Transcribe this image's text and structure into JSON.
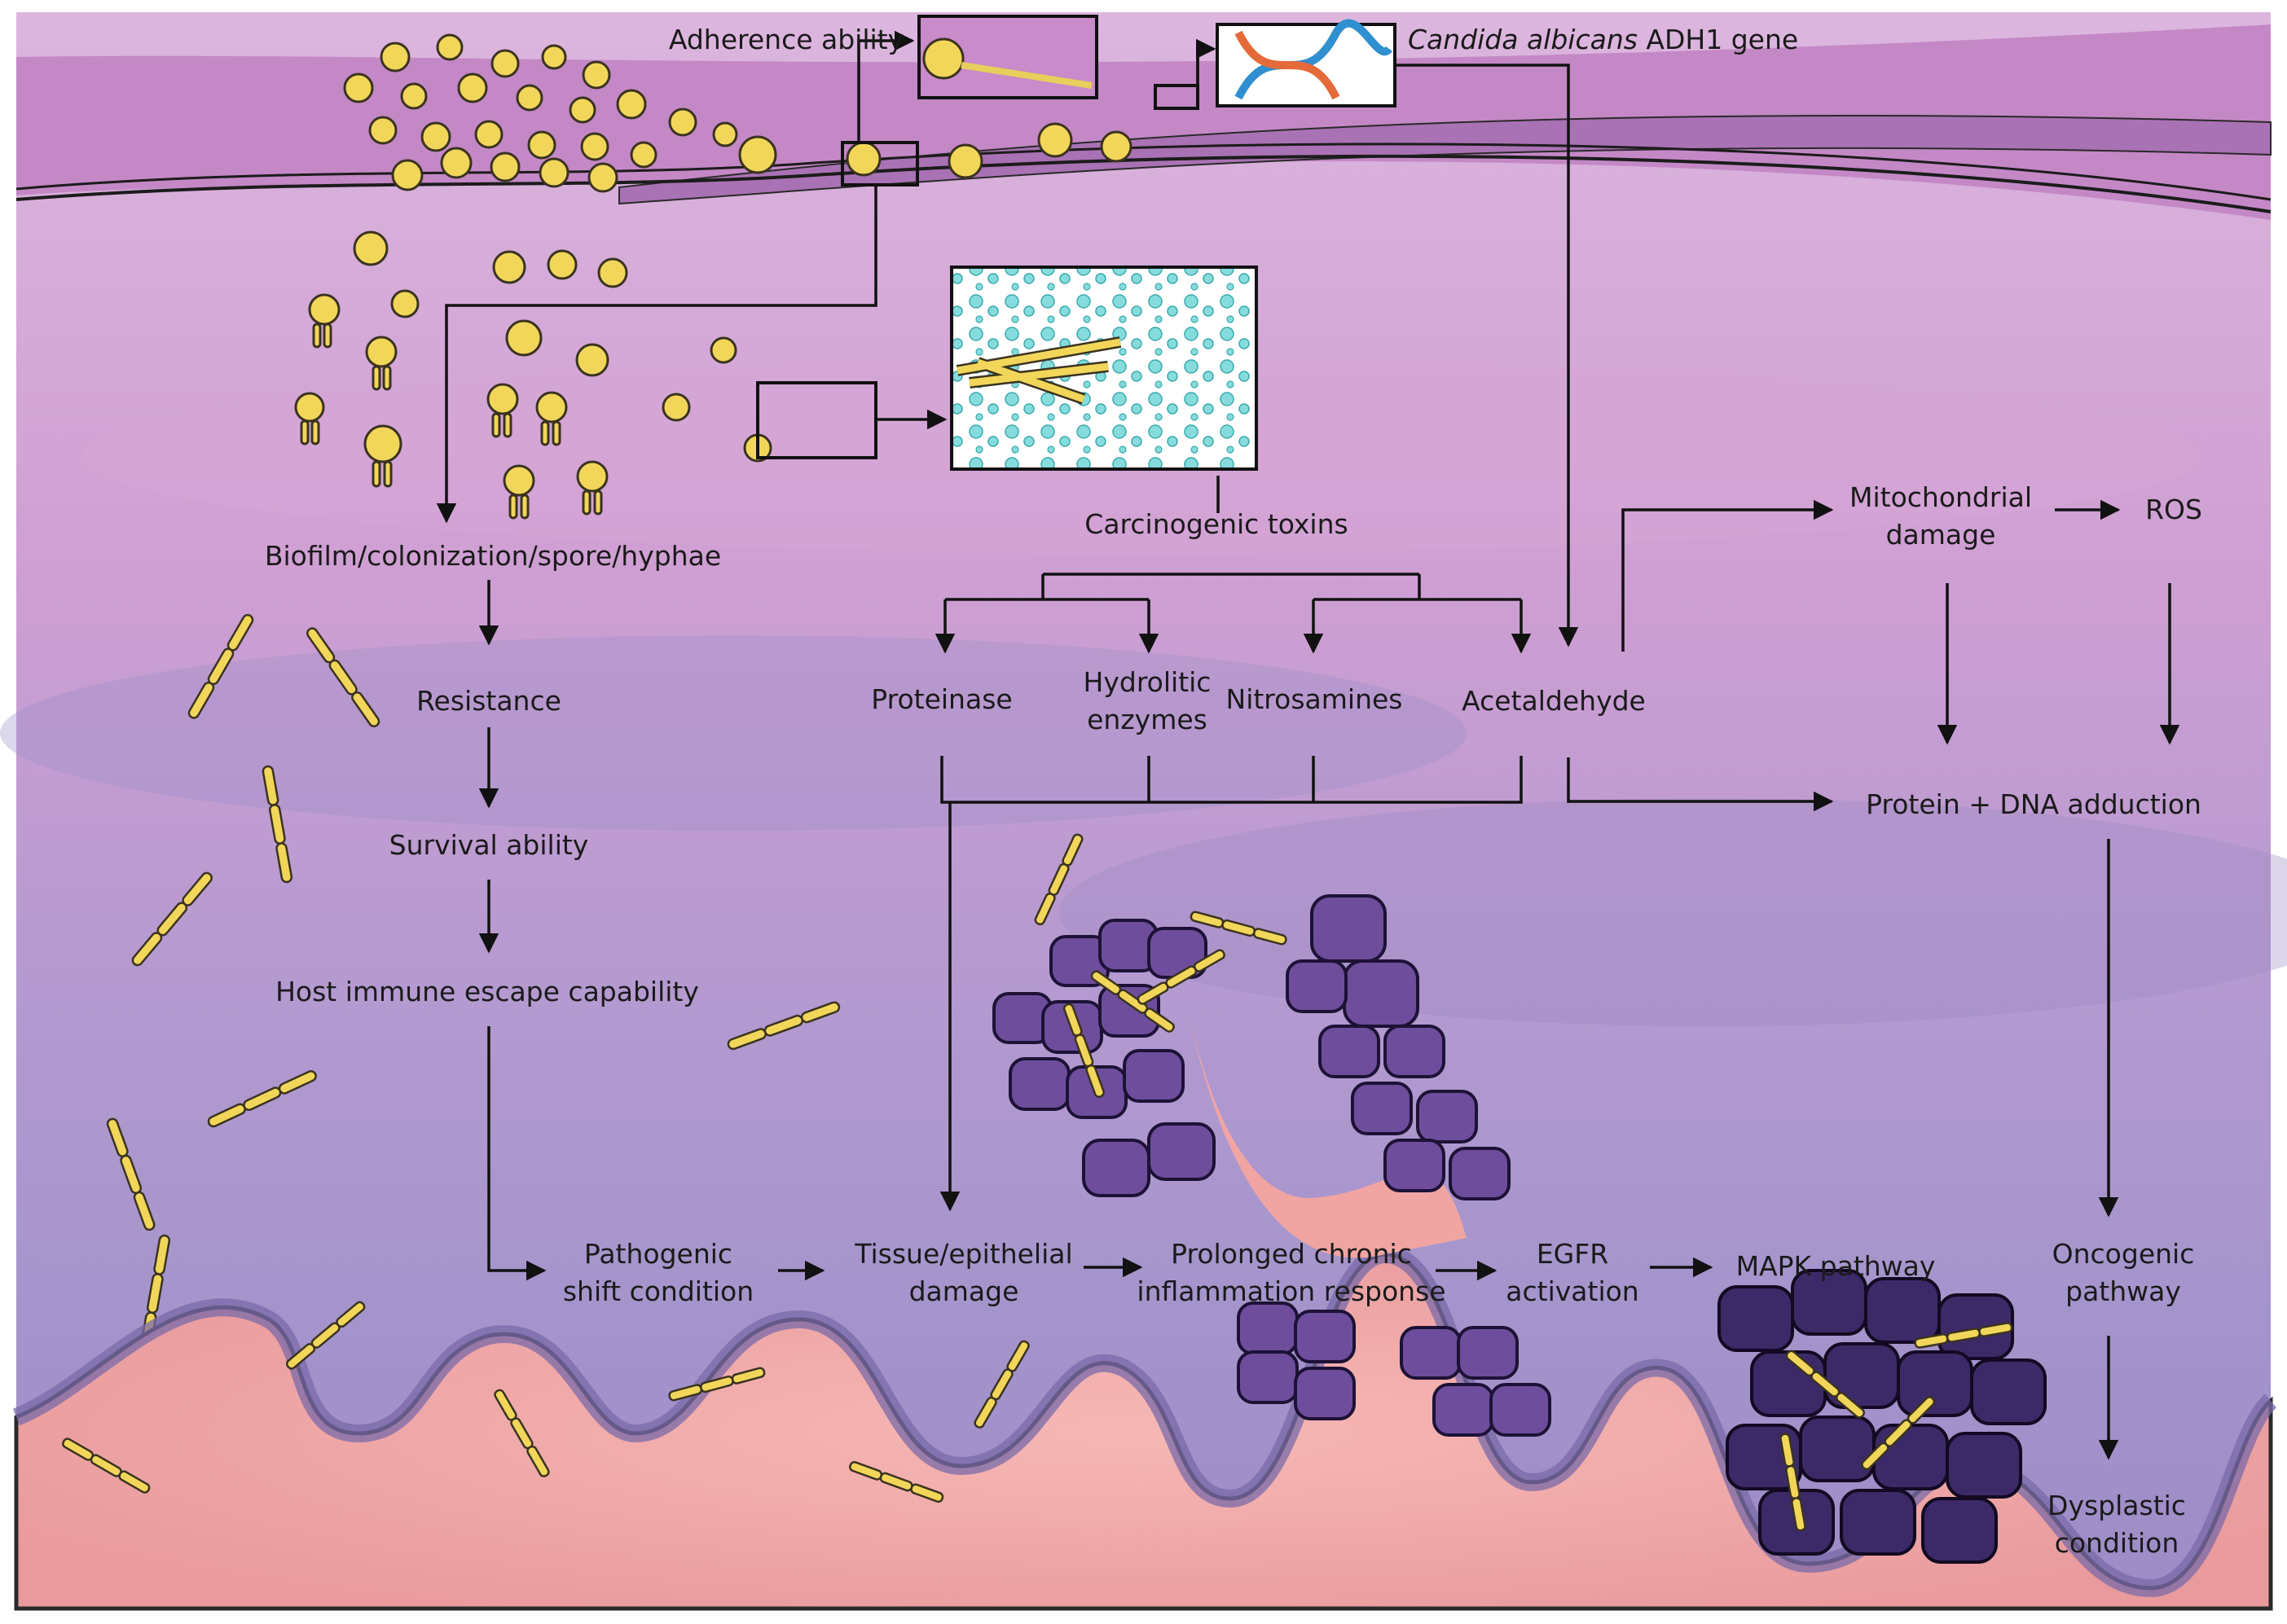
{
  "labels": {
    "adherence": "Adherence ability",
    "gene_italic": "Candida albicans",
    "gene_rest": " ADH1 gene",
    "biofilm": "Biofilm/colonization/spore/hyphae",
    "resistance": "Resistance",
    "survival": "Survival ability",
    "immune_escape": "Host immune escape capability",
    "carcinogenic_toxins": "Carcinogenic toxins",
    "proteinase": "Proteinase",
    "hydrolitic_1": "Hydrolitic",
    "hydrolitic_2": "enzymes",
    "nitrosamines": "Nitrosamines",
    "acetaldehyde": "Acetaldehyde",
    "mito_1": "Mitochondrial",
    "mito_2": "damage",
    "ros": "ROS",
    "adduction": "Protein + DNA adduction",
    "pathogenic_1": "Pathogenic",
    "pathogenic_2": "shift condition",
    "tissue_1": "Tissue/epithelial",
    "tissue_2": "damage",
    "prolonged_1": "Prolonged chronic",
    "prolonged_2": "inflammation response",
    "egfr_1": "EGFR",
    "egfr_2": "activation",
    "mapk": "MAPK pathway",
    "oncogenic_1": "Oncogenic",
    "oncogenic_2": "pathway",
    "dysplastic_1": "Dysplastic",
    "dysplastic_2": "condition"
  },
  "colors": {
    "tissue_light": "#d9b0da",
    "tissue_mid": "#c48fc8",
    "tissue_deep": "#9a86c4",
    "epithelium": "#b77db8",
    "stroma": "#f0a7a6",
    "yeast": "#f2d65a",
    "cell_purple": "#6e4e9c",
    "cell_dark": "#3c2a68",
    "toxin": "#7ad6d8",
    "arrow": "#111111"
  }
}
